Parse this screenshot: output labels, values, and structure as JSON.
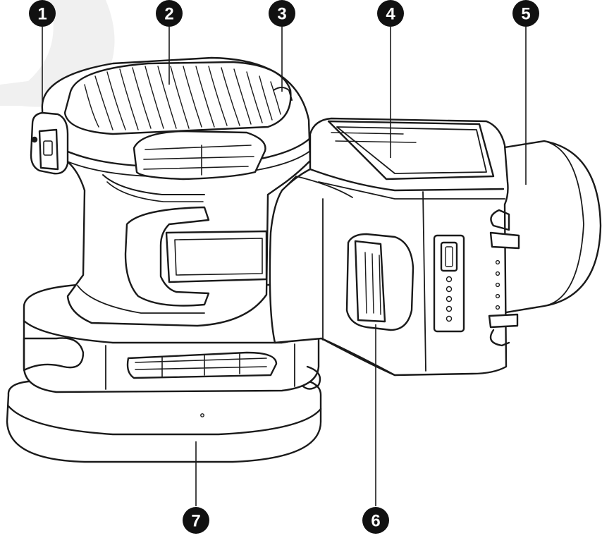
{
  "diagram": {
    "callouts": [
      {
        "id": "c1",
        "label": "1"
      },
      {
        "id": "c2",
        "label": "2"
      },
      {
        "id": "c3",
        "label": "3"
      },
      {
        "id": "c4",
        "label": "4"
      },
      {
        "id": "c5",
        "label": "5"
      },
      {
        "id": "c6",
        "label": "6"
      },
      {
        "id": "c7",
        "label": "7"
      }
    ],
    "colors": {
      "line": "#1a1a1a",
      "callout_fill": "#111111",
      "callout_text": "#ffffff",
      "watermark": "#efefef"
    }
  }
}
